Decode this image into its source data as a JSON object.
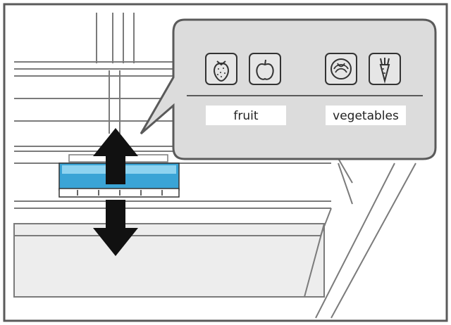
{
  "callout": {
    "fruit_label": "fruit",
    "vegetables_label": "vegetables",
    "icons": [
      "strawberry-icon",
      "apple-icon",
      "cabbage-icon",
      "carrot-icon"
    ]
  },
  "slider": {
    "directions": [
      "up",
      "down"
    ]
  },
  "colors": {
    "frame": "#5a5a5a",
    "line": "#7b7b7b",
    "callout_fill": "#dcdcdc",
    "slider_blue": "#3aa4d6",
    "slider_blue_light": "#8ed3f0",
    "arrow": "#111111",
    "label_box": "#ffffff",
    "drawer_fill": "#ededed"
  }
}
